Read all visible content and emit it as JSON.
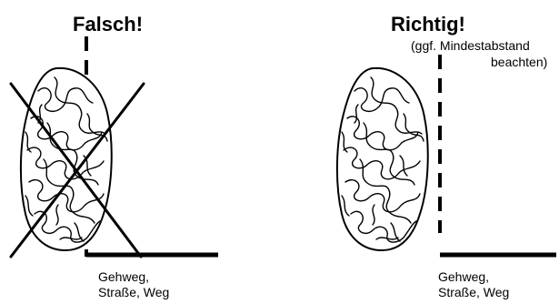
{
  "left_panel": {
    "title": "Falsch!",
    "path_label_line1": "Gehweg,",
    "path_label_line2": "Straße, Weg"
  },
  "right_panel": {
    "title": "Richtig!",
    "note_line1": "(ggf. Mindestabstand",
    "note_line2": "beachten)",
    "path_label_line1": "Gehweg,",
    "path_label_line2": "Straße, Weg"
  },
  "colors": {
    "ink": "#000000",
    "background": "#ffffff"
  },
  "icons": {
    "hedge": "hedge-shrub-icon",
    "cross": "cross-out-icon"
  }
}
